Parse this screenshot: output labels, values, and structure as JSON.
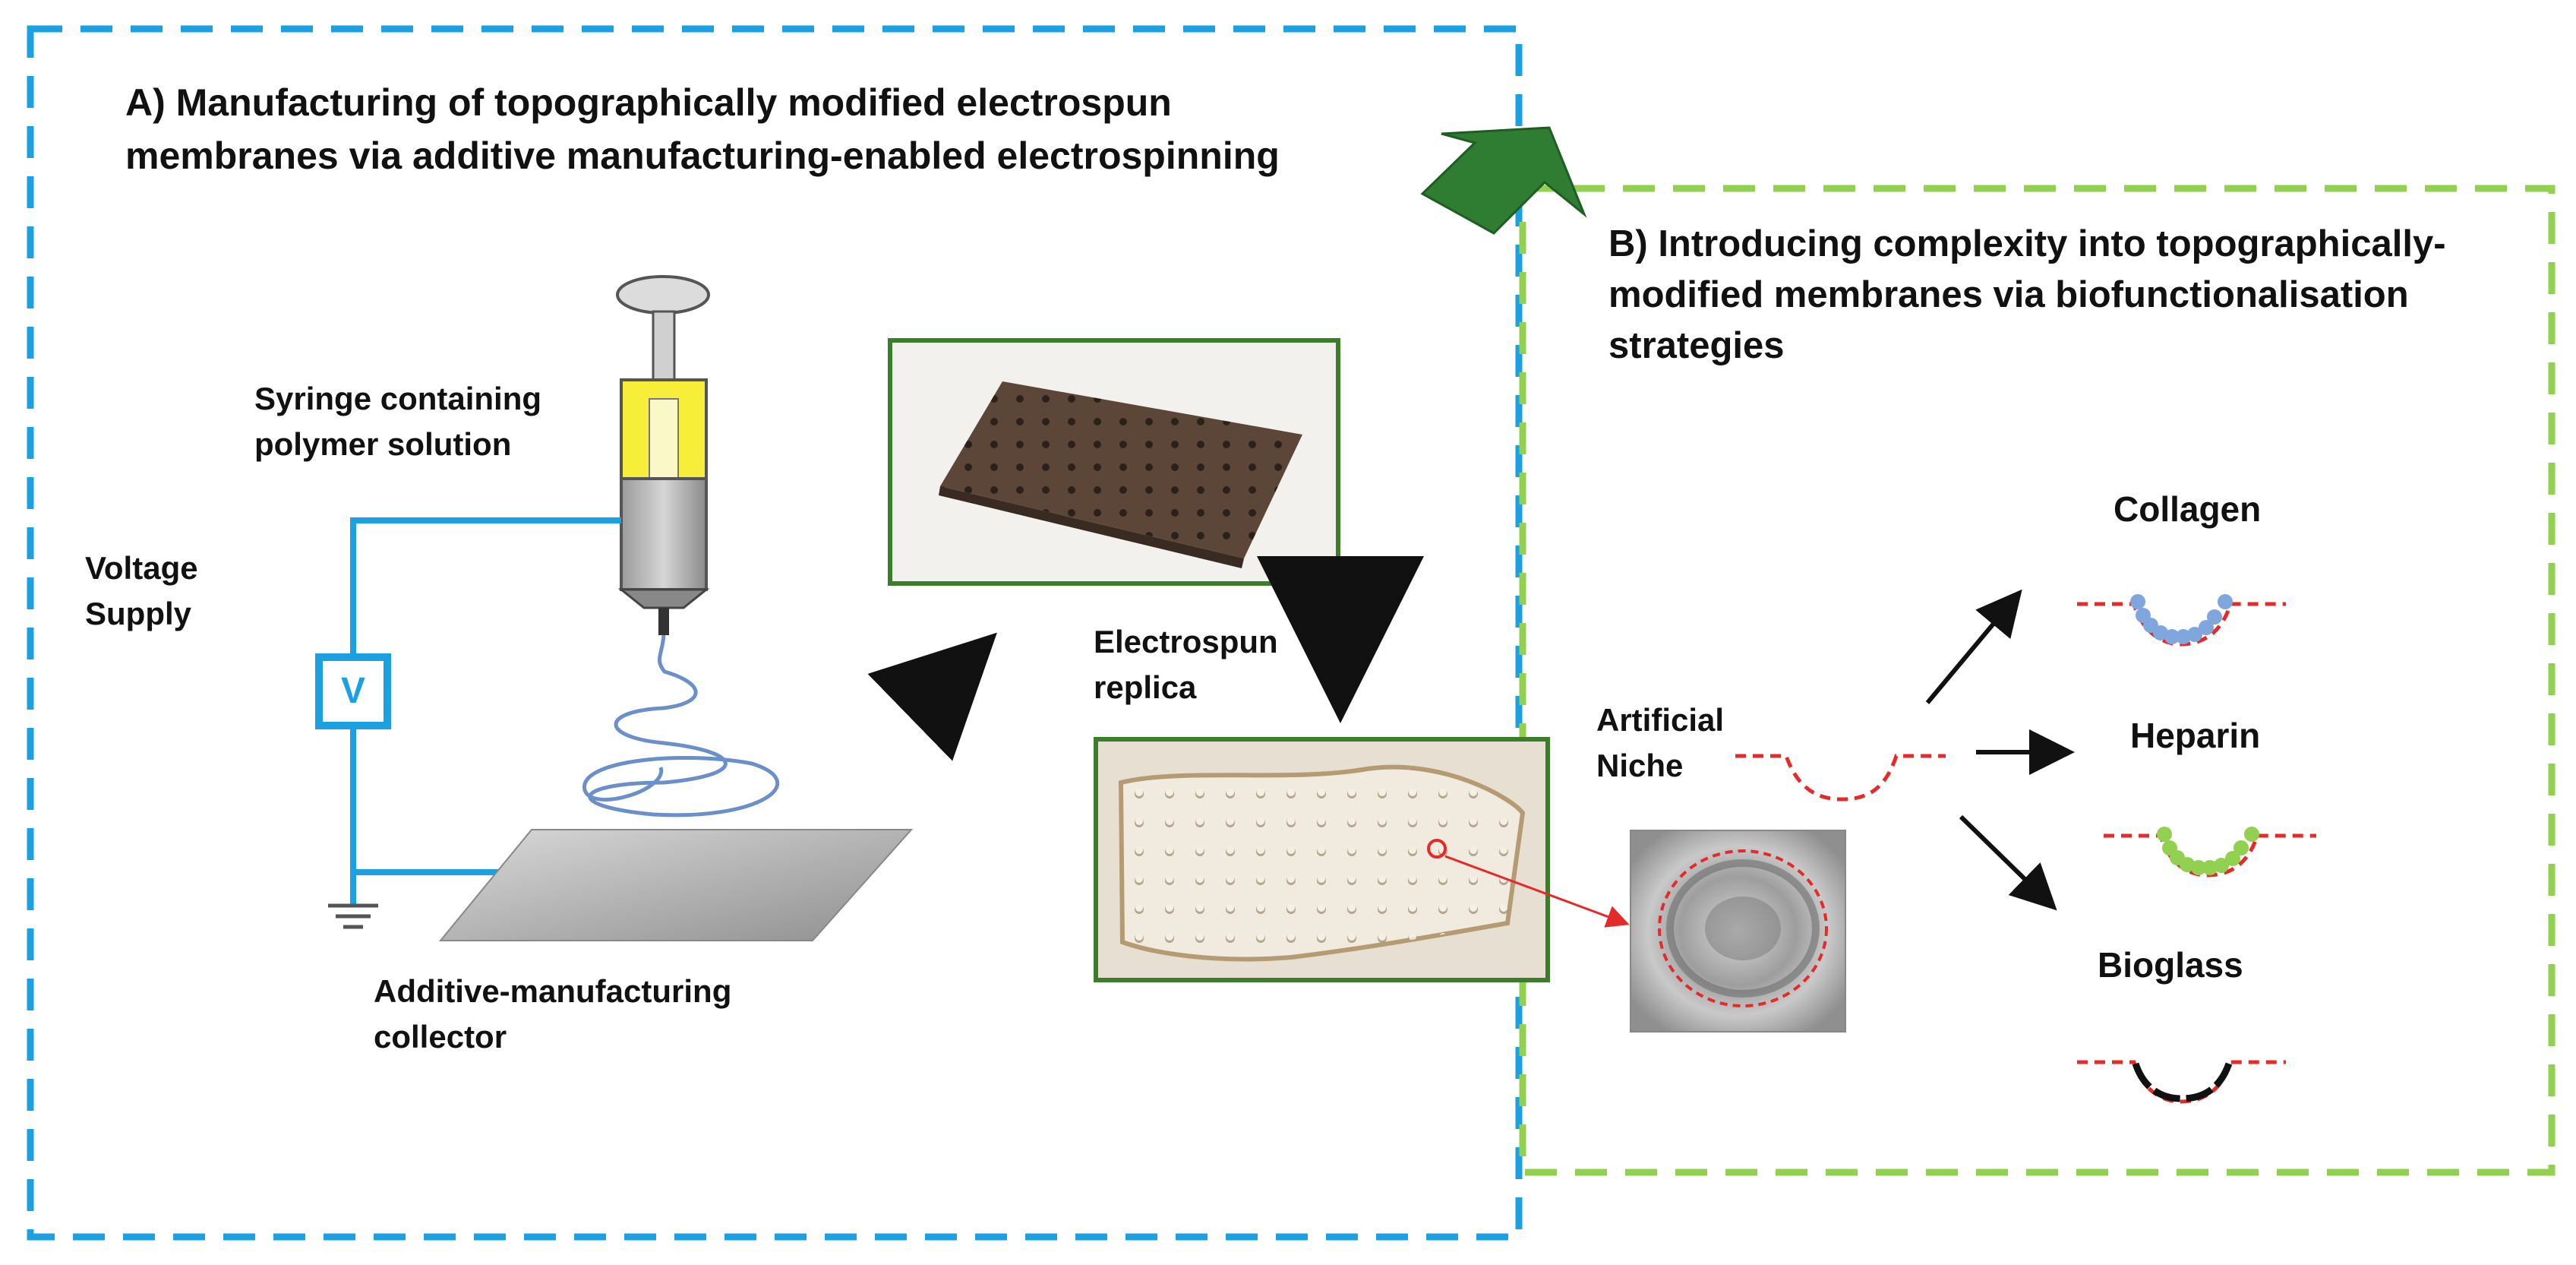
{
  "panel_a": {
    "title_lines": [
      "A) Manufacturing of topographically modified electrospun",
      "membranes via additive manufacturing-enabled electrospinning"
    ],
    "syringe_label": [
      "Syringe containing",
      "polymer solution"
    ],
    "voltage_label": [
      "Voltage",
      "Supply"
    ],
    "voltmeter_symbol": "V",
    "collector_label": [
      "Additive-manufacturing",
      "collector"
    ],
    "replica_label": [
      "Electrospun",
      "replica"
    ]
  },
  "panel_b": {
    "title_lines": [
      "B) Introducing complexity into topographically-",
      "modified membranes via biofunctionalisation",
      "strategies"
    ],
    "niche_label": [
      "Artificial",
      "Niche"
    ],
    "coatings": [
      "Collagen",
      "Heparin",
      "Bioglass"
    ]
  },
  "colors": {
    "panel_a_border": "#1ba1e2",
    "panel_b_border": "#92d050",
    "transition_arrow": "#2e7d32",
    "photo_frame": "#3b7d2a",
    "circuit_wire": "#1ba1e2",
    "niche_profile": "#e52a2a",
    "collagen": "#7fa7dd",
    "heparin": "#92d050",
    "bioglass": "#111111",
    "syringe_solution": "#f7ee3a"
  },
  "icons": [
    "syringe-icon",
    "voltmeter-icon",
    "ground-icon",
    "collector-plate-icon",
    "fiber-coil-icon"
  ]
}
